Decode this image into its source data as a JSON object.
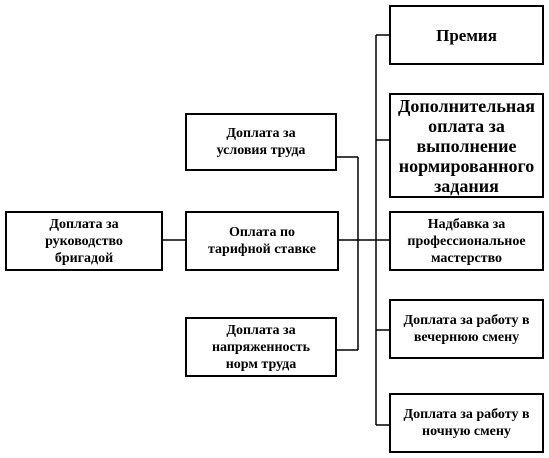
{
  "diagram": {
    "nodes": {
      "premium": "Премия",
      "additional_pay": "Дополнительная\nоплата за\nвыполнение\nнормированного\nзадания",
      "labor_conditions": "Доплата за\nусловия труда",
      "tariff_pay": "Оплата по\nтарифной ставке",
      "brigade_lead": "Доплата за\nруководство\nбригадой",
      "professional_skill": "Надбавка за\nпрофессиональное\nмастерство",
      "evening_shift": "Доплата за работу в\nвечернюю смену",
      "labor_intensity": "Доплата за\nнапряженность\nнорм труда",
      "night_shift": "Доплата за работу в\nночную смену"
    }
  }
}
